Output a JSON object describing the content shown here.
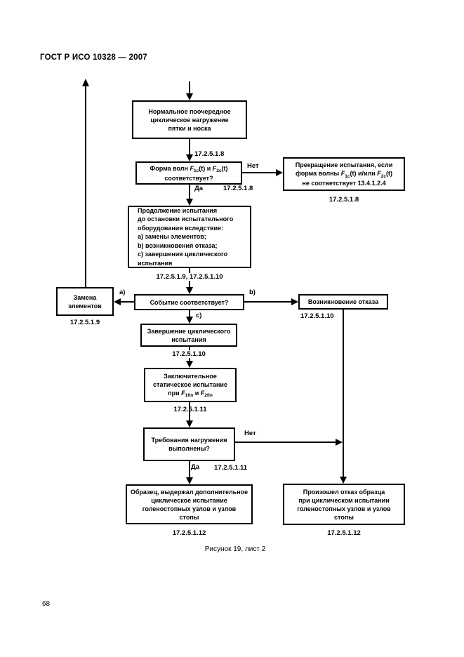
{
  "header": {
    "title": "ГОСТ Р ИСО 10328 — 2007"
  },
  "footer": {
    "caption": "Рисунок 19, лист 2",
    "page_number": "68"
  },
  "labels": {
    "ref_into_waveform": "17.2.5.1.8",
    "no1": "Нет",
    "yes1": "Да",
    "ref_after_yes1": "17.2.5.1.8",
    "a": "a)",
    "b": "b)",
    "c": "c)",
    "no2": "Нет",
    "yes2": "Да",
    "ref_after_yes2": "17.2.5.1.11"
  },
  "boxes": {
    "normal_loading": {
      "line1": "Нормальное поочередное",
      "line2": "циклическое нагружение",
      "line3": "пятки и носка"
    },
    "waveform_check": {
      "prefix": "Форма волн ",
      "f1": "F",
      "f1sub": "1c",
      "mid": "(t) и ",
      "f2": "F",
      "f2sub": "2c",
      "end": "(t)",
      "line2": "соответствует?"
    },
    "termination": {
      "line1": "Прекращение испытания, если",
      "l2prefix": "форма волны ",
      "f1": "F",
      "f1sub": "1c",
      "l2mid": "(t) и/или ",
      "f2": "F",
      "f2sub": "2c",
      "l2end": "(t)",
      "line3": "не соответствует 13.4.1.2.4",
      "ref": "17.2.5.1.8"
    },
    "continue_test": {
      "line1": "Продолжение испытания",
      "line2": "до остановки испытательного",
      "line3": "оборудования вследствие:",
      "line4": "a) замены элементов;",
      "line5": "b) возникновения отказа;",
      "line6": "c) завершения циклического",
      "line7": "испытания",
      "ref": "17.2.5.1.9, 17.2.5.1.10"
    },
    "event_check": {
      "line1": "Событие соответствует?"
    },
    "replace": {
      "line1": "Замена",
      "line2": "элементов",
      "ref": "17.2.5.1.9"
    },
    "failure": {
      "line1": "Возникновение отказа",
      "ref": "17.2.5.1.10"
    },
    "complete_cyclic": {
      "line1": "Завершение циклического",
      "line2": "испытания",
      "ref": "17.2.5.1.10"
    },
    "final_static": {
      "line1": "Заключительное",
      "line2": "статическое испытание",
      "l3prefix": "при ",
      "f1": "F",
      "f1sub": "1fin",
      "l3mid": " и ",
      "f2": "F",
      "f2sub": "2fin",
      "ref": "17.2.5.1.11"
    },
    "load_req": {
      "line1": "Требования нагружения",
      "line2": "выполнены?",
      "ref": "17.2.5.1.11"
    },
    "passed": {
      "line1": "Образец, выдержал дополнительное",
      "line2": "циклическое испытание",
      "line3": "голеностопных узлов и узлов",
      "line4": "стопы",
      "ref": "17.2.5.1.12"
    },
    "failed": {
      "line1": "Произошел отказ образца",
      "line2": "при циклическом испытании",
      "line3": "голеностопных узлов и узлов",
      "line4": "стопы",
      "ref": "17.2.5.1.12"
    }
  }
}
